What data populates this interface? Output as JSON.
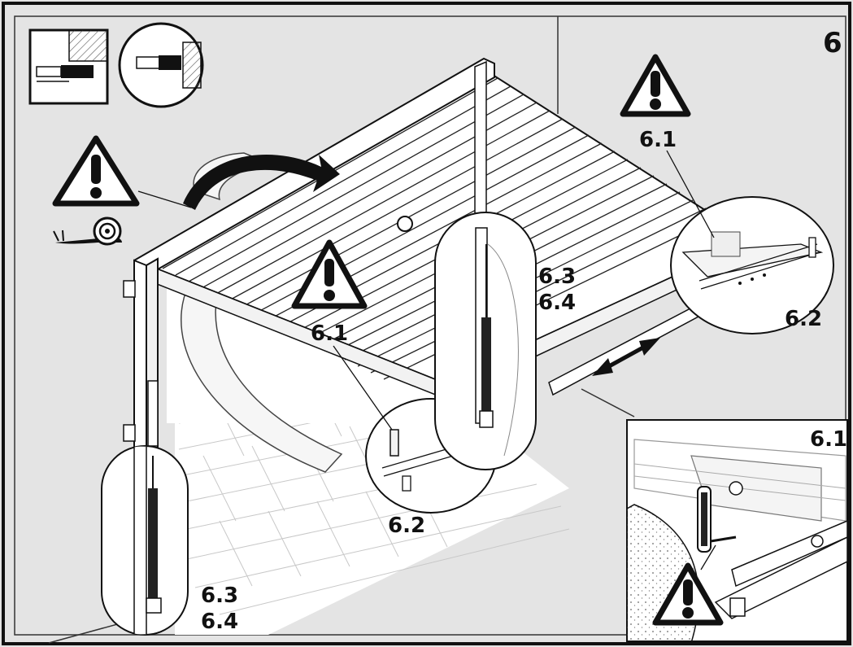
{
  "step_number": "6",
  "labels": {
    "warn_top_right": "6.1",
    "warn_center": "6.1",
    "slide_rail_right": "6.2",
    "slide_rail_bottom": "6.2",
    "spring_center_a": "6.3",
    "spring_center_b": "6.4",
    "spring_left_a": "6.3",
    "spring_left_b": "6.4",
    "detail_inset": "6.1"
  },
  "icons": [
    "mounting-detail-square-icon",
    "mounting-detail-circle-icon",
    "warning-triangle-icon",
    "snail-slow-icon",
    "curved-arrow-icon",
    "double-arrow-icon"
  ],
  "colors": {
    "background": "#e4e4e4",
    "line": "#111111",
    "door": "#ffffff",
    "inset_bg": "#ffffff",
    "floor_line": "#bbbbbb"
  }
}
